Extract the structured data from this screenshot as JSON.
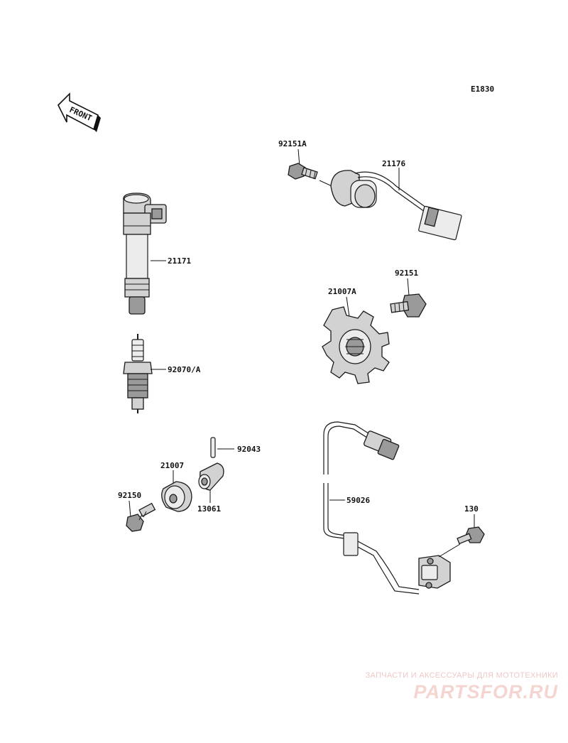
{
  "diagram": {
    "code": "E1830",
    "front_label": "FRONT",
    "parts": [
      {
        "id": "part-21171",
        "label": "21171",
        "name": "ignition coil"
      },
      {
        "id": "part-92070a",
        "label": "92070/A",
        "name": "spark plug"
      },
      {
        "id": "part-92151a",
        "label": "92151A",
        "name": "bolt"
      },
      {
        "id": "part-21176",
        "label": "21176",
        "name": "sensor"
      },
      {
        "id": "part-21007a",
        "label": "21007A",
        "name": "rotor plate"
      },
      {
        "id": "part-92151",
        "label": "92151",
        "name": "bolt"
      },
      {
        "id": "part-92043",
        "label": "92043",
        "name": "pin"
      },
      {
        "id": "part-21007",
        "label": "21007",
        "name": "rotor"
      },
      {
        "id": "part-13061",
        "label": "13061",
        "name": "collar"
      },
      {
        "id": "part-92150",
        "label": "92150",
        "name": "bolt"
      },
      {
        "id": "part-59026",
        "label": "59026",
        "name": "pickup coil"
      },
      {
        "id": "part-130",
        "label": "130",
        "name": "flanged bolt"
      }
    ]
  },
  "watermark": {
    "tagline": "ЗАПЧАСТИ И АКСЕССУАРЫ ДЛЯ МОТОТЕХНИКИ",
    "brand": "PARTSFOR.RU"
  }
}
